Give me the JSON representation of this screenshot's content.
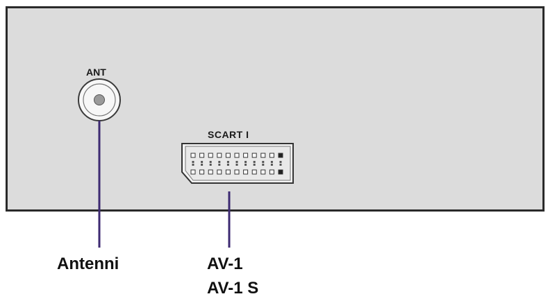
{
  "panel": {
    "ant_label": "ANT",
    "scart_label": "SCART I"
  },
  "callouts": {
    "antenna": "Antenni",
    "av1": "AV-1",
    "av1s": "AV-1 S"
  },
  "colors": {
    "panel_fill": "#dcdcdc",
    "panel_border": "#2a2a2a",
    "leader_line": "#3d2a72",
    "text": "#111111"
  }
}
